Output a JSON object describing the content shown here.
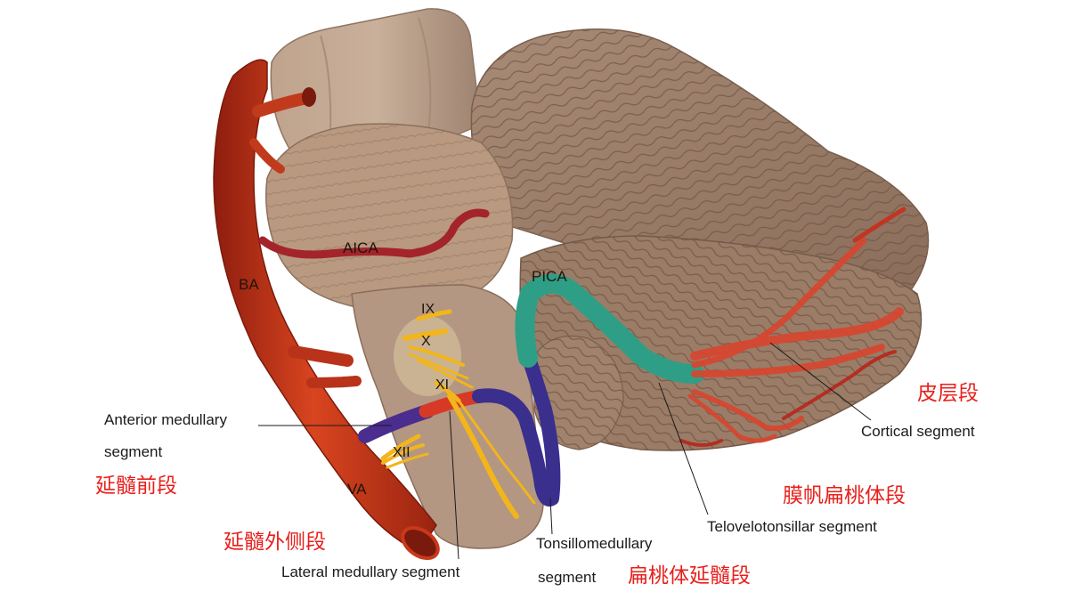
{
  "labels": {
    "ba": "BA",
    "aica": "AICA",
    "pica": "PICA",
    "va": "VA",
    "ix": "IX",
    "x": "X",
    "xi": "XI",
    "xii": "XII",
    "anterior_1": "Anterior medullary",
    "anterior_2": "segment",
    "anterior_zh": "延髓前段",
    "lateral": "Lateral medullary segment",
    "lateral_zh": "延髓外侧段",
    "tonsillo_1": "Tonsillomedullary",
    "tonsillo_2": "segment",
    "tonsillo_zh": "扁桃体延髓段",
    "telo": "Telovelotonsillar segment",
    "telo_zh": "膜帆扁桃体段",
    "cortical": "Cortical segment",
    "cortical_zh": "皮层段"
  },
  "colors": {
    "artery": "#c9381b",
    "artery_dark": "#8e1d0e",
    "aica": "#a3242a",
    "anterior_segment": "#4a2d8e",
    "lateral_segment": "#d63a26",
    "tonsillomedullary_segment": "#3a2f8c",
    "telovelotonsillar_segment": "#2e9f86",
    "cortical_segment": "#d9452e",
    "nerves": "#f2b51c",
    "brain_tissue": "#a08069",
    "chinese_labels": "#e8201c"
  }
}
